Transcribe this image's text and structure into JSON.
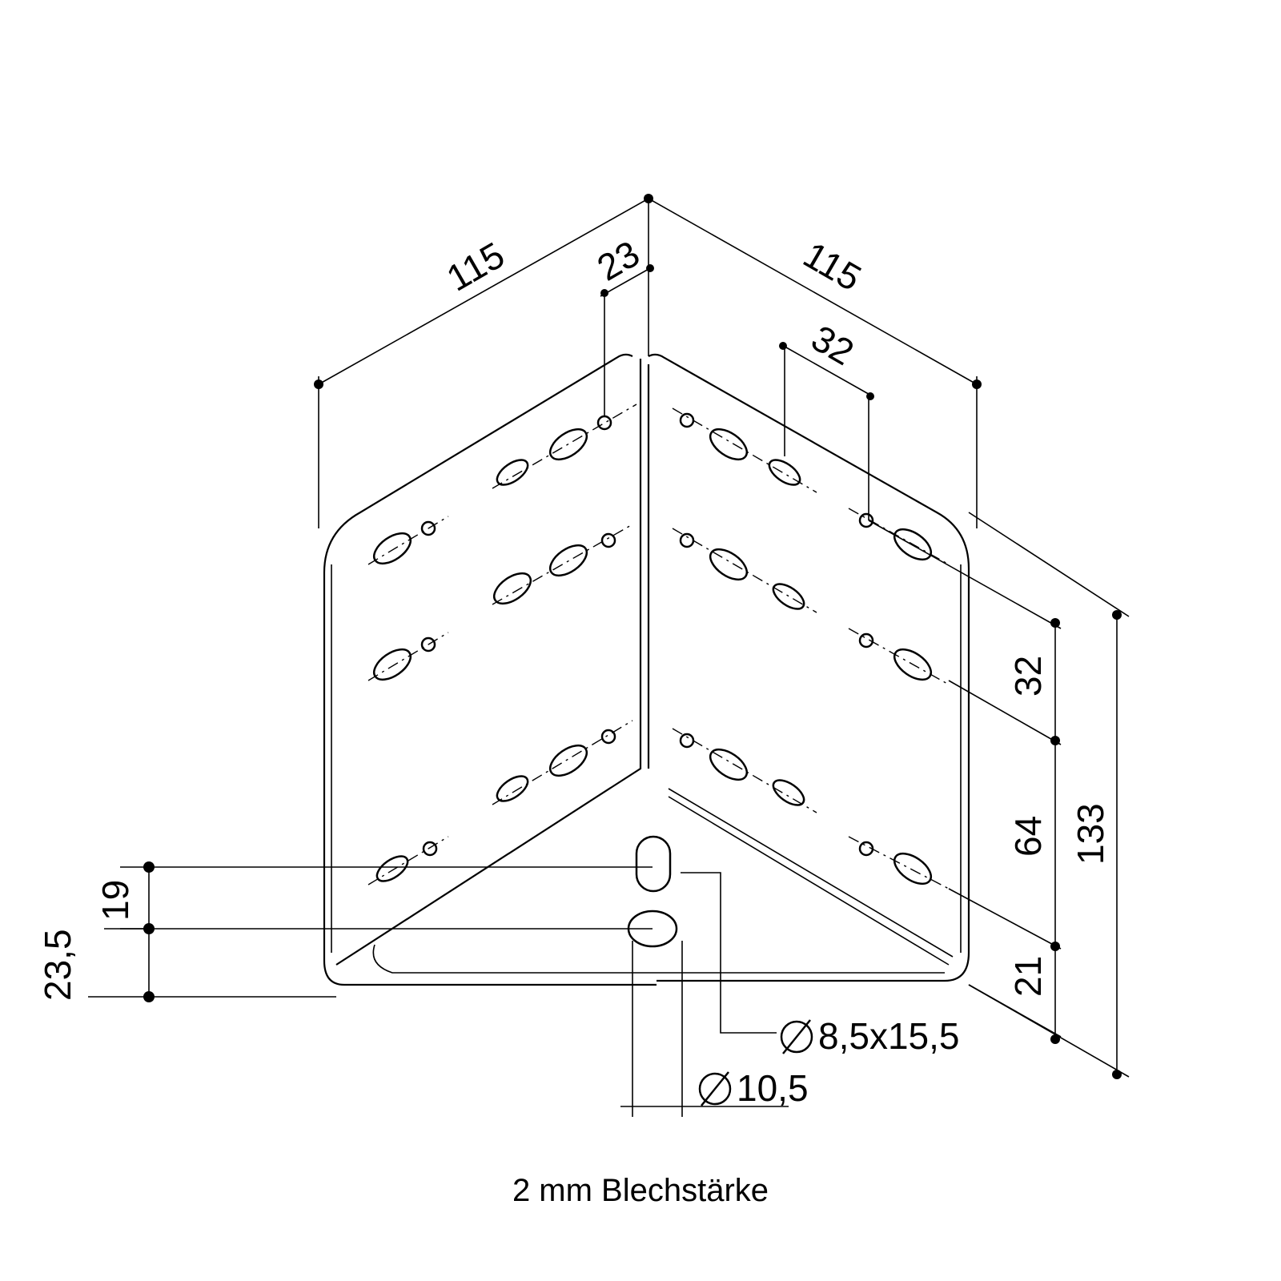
{
  "dimensions": {
    "left_width": "115",
    "right_width": "115",
    "top_offset_left": "23",
    "top_offset_right": "32",
    "right_spacing_1": "32",
    "right_spacing_2": "64",
    "right_bottom": "21",
    "total_height": "133",
    "left_19": "19",
    "left_23_5": "23,5",
    "slot_label": "8,5x15,5",
    "hole_label": "10,5"
  },
  "caption": "2 mm Blechstärke",
  "icons": {
    "diameter_symbol": "diameter-icon"
  }
}
